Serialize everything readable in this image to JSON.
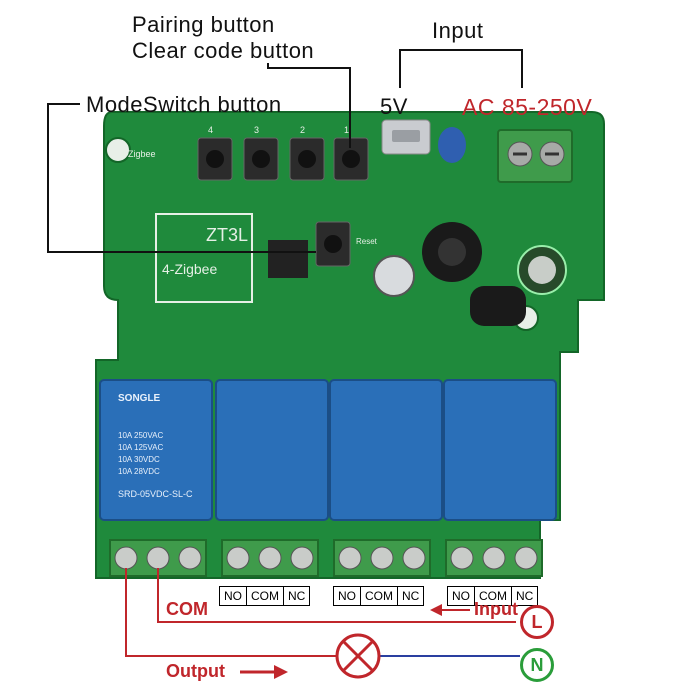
{
  "callouts": {
    "pairing_button": "Pairing button",
    "clear_code_button": "Clear code button",
    "modeswitch_button": "ModeSwitch button",
    "input": "Input",
    "five_v": "5V",
    "ac_range": "AC 85-250V"
  },
  "board": {
    "pcb_color": "#1f8a3c",
    "relay_color": "#2a6fb8",
    "terminal_color": "#3f9b4b",
    "zigbee_side_text": "4-Zigbee",
    "module_text_main": "ZT3L",
    "module_text_side": "4-Zigbee",
    "reset_text": "Reset",
    "button_numbers": [
      "4",
      "3",
      "2",
      "1"
    ],
    "relay_brand": "SONGLE",
    "relay_ratings": [
      "10A 250VAC",
      "10A 125VAC",
      "10A 30VDC",
      "10A 28VDC"
    ],
    "relay_model": "SRD-05VDC-SL-C"
  },
  "terminal_labels": [
    [
      "NO",
      "COM",
      "NC"
    ],
    [
      "NO",
      "COM",
      "NC"
    ],
    [
      "NO",
      "COM",
      "NC"
    ]
  ],
  "wiring": {
    "com_label": "COM",
    "input_label": "Input",
    "output_label": "Output",
    "line_terminal": "L",
    "neutral_terminal": "N",
    "line_color": "#c0262b",
    "neutral_color": "#2a9d3a",
    "wire_blue": "#2a3fa0"
  }
}
